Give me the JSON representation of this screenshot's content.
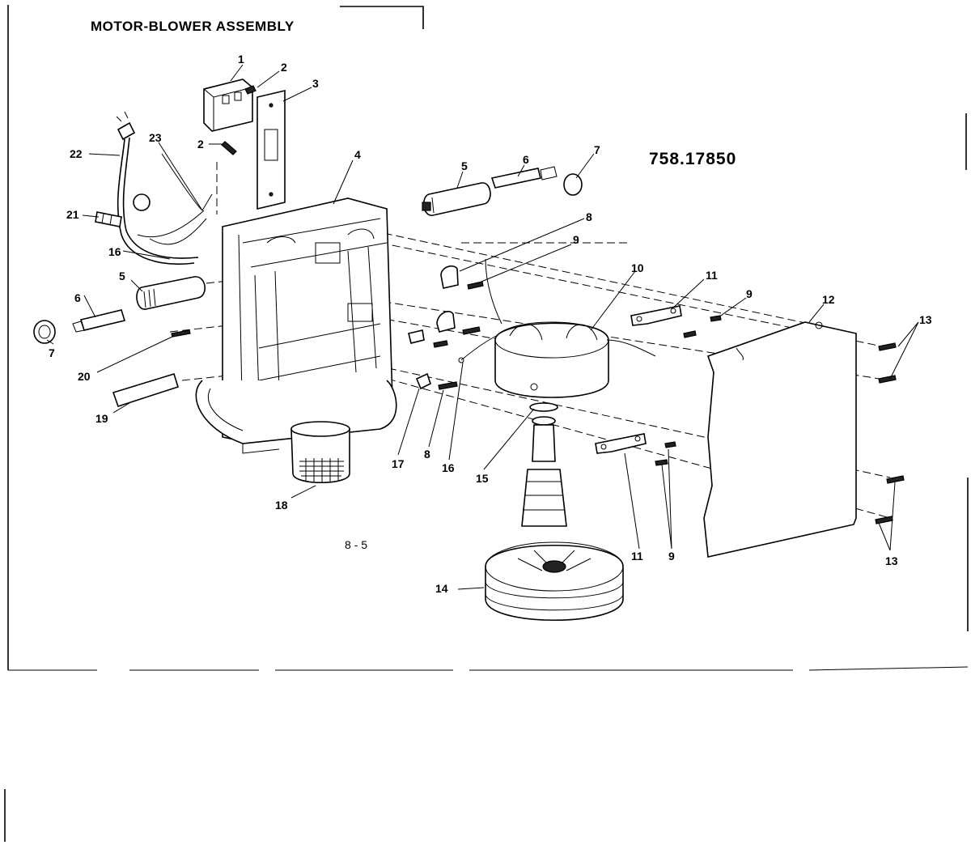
{
  "title": "MOTOR-BLOWER ASSEMBLY",
  "model_number": "758.17850",
  "page_label": "8 - 5",
  "callouts": [
    "1",
    "2",
    "3",
    "2",
    "4",
    "5",
    "6",
    "7",
    "8",
    "9",
    "10",
    "11",
    "9",
    "12",
    "13",
    "6",
    "5",
    "7",
    "22",
    "23",
    "21",
    "16",
    "20",
    "19",
    "18",
    "17",
    "8",
    "16",
    "15",
    "11",
    "9",
    "13",
    "14"
  ]
}
